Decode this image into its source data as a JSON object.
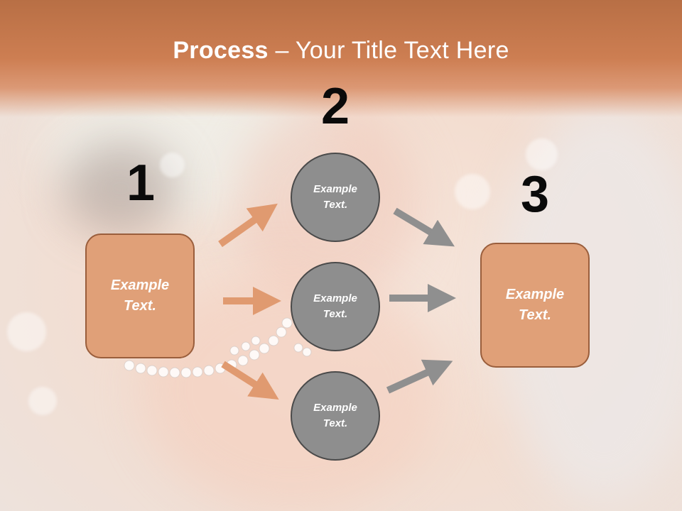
{
  "title": {
    "bold": "Process",
    "rest": " – Your Title Text Here"
  },
  "steps": [
    {
      "number": "1",
      "label": "Example\nText."
    },
    {
      "number": "2",
      "items": [
        "Example\nText.",
        "Example\nText.",
        "Example\nText."
      ]
    },
    {
      "number": "3",
      "label": "Example\nText."
    }
  ],
  "colors": {
    "header": "#c97a4f",
    "box_fill": "#e0a078",
    "box_border": "#9a5e3c",
    "circle_fill": "#8e8e8e",
    "circle_border": "#4a4a4a",
    "arrow_left": "#e09a70",
    "arrow_right": "#8f8f8f"
  }
}
